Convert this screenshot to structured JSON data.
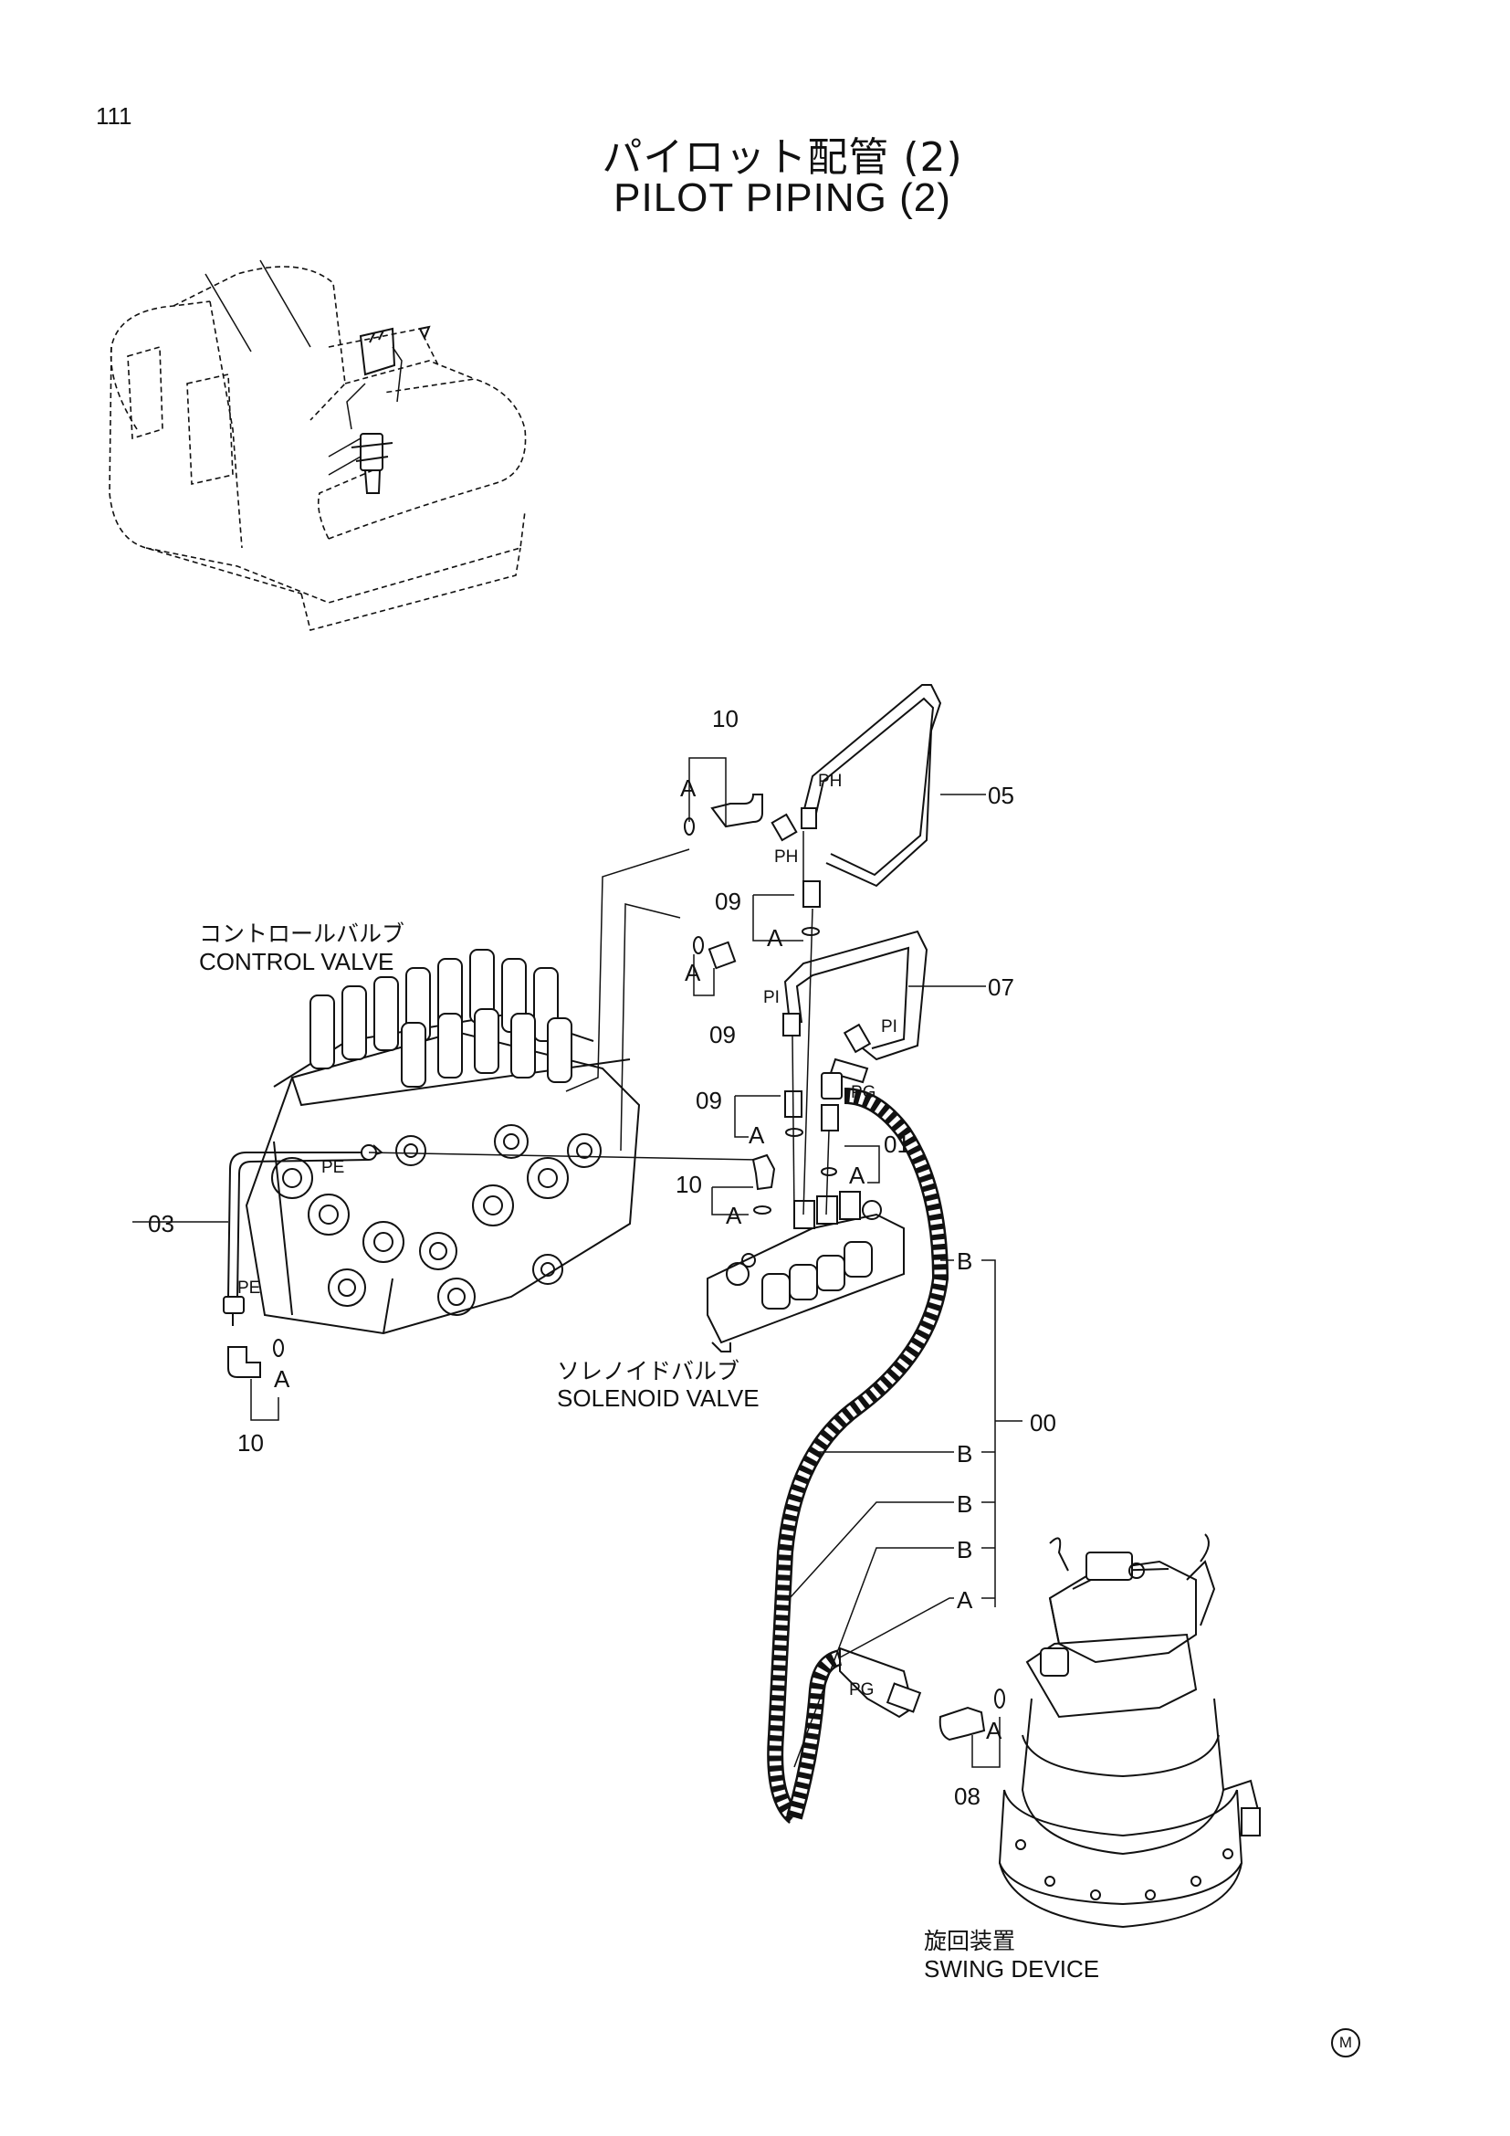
{
  "page_number": "111",
  "title_jp": "パイロット配管 (2)",
  "title_en": "PILOT PIPING (2)",
  "components": {
    "control_valve_jp": "コントロールバルブ",
    "control_valve_en": "CONTROL VALVE",
    "solenoid_valve_jp": "ソレノイドバルブ",
    "solenoid_valve_en": "SOLENOID VALVE",
    "swing_device_jp": "旋回装置",
    "swing_device_en": "SWING DEVICE"
  },
  "callouts": {
    "p10_top": "10",
    "a_top": "A",
    "ph_upper": "PH",
    "ph_lower": "PH",
    "p05": "05",
    "p09_a": "09",
    "a_09a": "A",
    "a_mid": "A",
    "p09_b": "09",
    "pi_left": "PI",
    "pi_right": "PI",
    "p07": "07",
    "pg_top": "PG",
    "p09_c": "09",
    "a_09c": "A",
    "p01": "01",
    "a_01": "A",
    "pe_upper": "PE",
    "p10_mid": "10",
    "a_10mid": "A",
    "p03": "03",
    "pe_lower": "PE",
    "a_left": "A",
    "p10_left": "10",
    "b1": "B",
    "p00": "00",
    "b2": "B",
    "b3": "B",
    "b4": "B",
    "a_swing": "A",
    "pg_bottom": "PG",
    "a_08": "A",
    "p08": "08"
  },
  "manufacturer_mark": "M"
}
